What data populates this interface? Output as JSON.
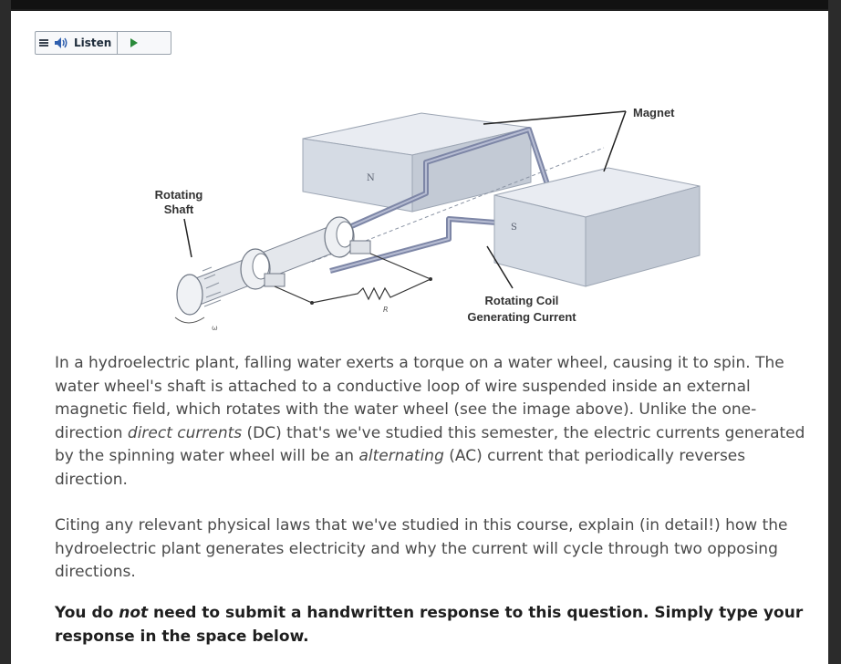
{
  "toolbar": {
    "listen_label": "Listen",
    "icons": [
      "menu-icon",
      "speaker-icon",
      "play-icon"
    ]
  },
  "diagram": {
    "label_rotating_shaft_line1": "Rotating",
    "label_rotating_shaft_line2": "Shaft",
    "label_magnet": "Magnet",
    "label_coil_line1": "Rotating Coil",
    "label_coil_line2": "Generating Current",
    "pole_n": "N",
    "pole_s": "S",
    "resistor_label": "R",
    "omega_label": "ω"
  },
  "question": {
    "p1_a": "In a hydroelectric plant, falling water exerts a torque on a water wheel, causing it to spin.  The water wheel's shaft is attached to a conductive loop of wire suspended inside an external magnetic field, which rotates with the water wheel (see the image above).  Unlike the one-direction ",
    "p1_em1": "direct currents",
    "p1_b": " (DC) that's we've studied this semester, the electric currents generated by the spinning water wheel will be an ",
    "p1_em2": "alternating",
    "p1_c": " (AC) current that periodically reverses direction.",
    "p2": "Citing any relevant physical laws that we've studied in this course, explain (in detail!) how the hydroelectric plant generates electricity and why the current will cycle through two opposing directions.",
    "p3_a": "You do ",
    "p3_em": "not",
    "p3_b": " need to submit a handwritten response to this question.  Simply type your response in the space below."
  },
  "colors": {
    "magnet_top": "#e9ecf2",
    "magnet_front": "#d5dbe4",
    "magnet_side": "#c3cad5",
    "coil": "#7d86a6",
    "text": "#4a4a4a",
    "bold_text": "#1e1e1e"
  }
}
